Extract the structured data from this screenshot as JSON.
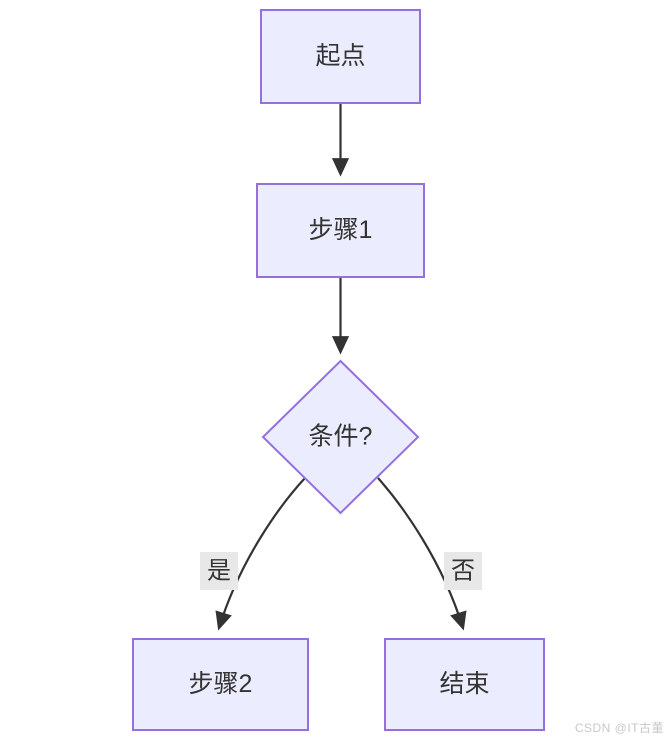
{
  "diagram": {
    "type": "flowchart",
    "direction": "top-down",
    "title": "",
    "colors": {
      "node_fill": "#ECECFF",
      "node_border": "#9370DB",
      "node_text": "#333333",
      "edge_stroke": "#333333",
      "edge_label_bg": "#e8e8e8",
      "background": "#ffffff",
      "watermark": "#c8c8c8"
    },
    "nodes": [
      {
        "id": "start",
        "label": "起点",
        "shape": "rect"
      },
      {
        "id": "step1",
        "label": "步骤1",
        "shape": "rect"
      },
      {
        "id": "cond",
        "label": "条件?",
        "shape": "diamond"
      },
      {
        "id": "step2",
        "label": "步骤2",
        "shape": "rect"
      },
      {
        "id": "end",
        "label": "结束",
        "shape": "rect"
      }
    ],
    "edges": [
      {
        "from": "start",
        "to": "step1",
        "label": ""
      },
      {
        "from": "step1",
        "to": "cond",
        "label": ""
      },
      {
        "from": "cond",
        "to": "step2",
        "label": "是"
      },
      {
        "from": "cond",
        "to": "end",
        "label": "否"
      }
    ]
  },
  "watermark": {
    "text": "CSDN @IT古董"
  }
}
